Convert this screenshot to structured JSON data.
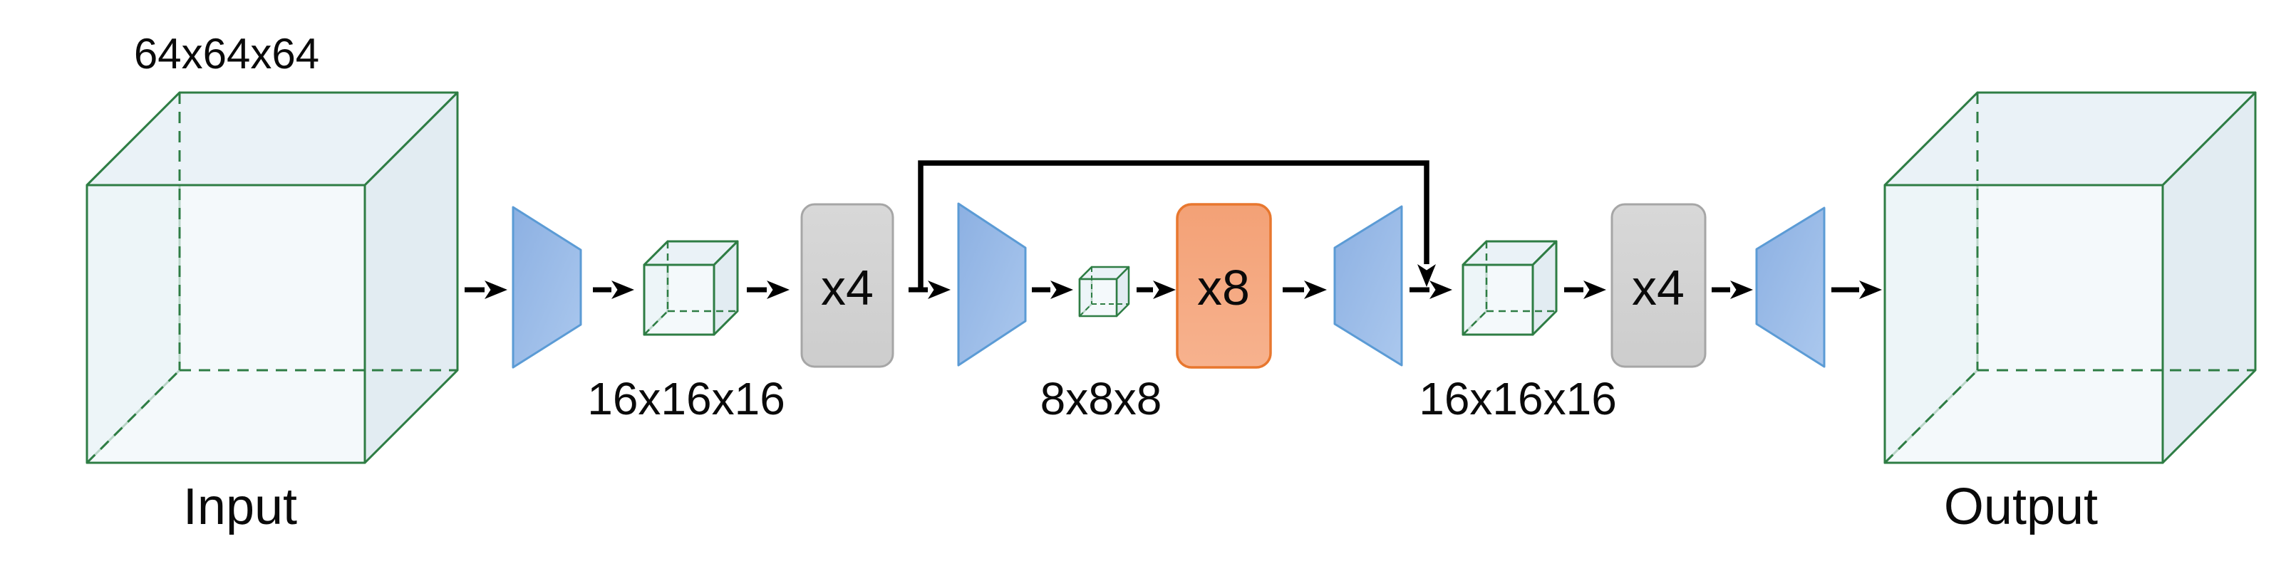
{
  "labels": {
    "input_dims": "64x64x64",
    "input": "Input",
    "encoder_feat": "16x16x16",
    "bottleneck_feat": "8x8x8",
    "decoder_feat": "16x16x16",
    "encoder_block": "x4",
    "bottleneck_block": "x8",
    "decoder_block": "x4",
    "output": "Output"
  },
  "colors": {
    "cube_stroke": "#2e7d44",
    "cube_front_fill": "#f0f6fa",
    "cube_side_fill": "#e2ecf2",
    "cube_top_fill": "#eaf2f7",
    "trapezoid_fill_dark": "#8cb0e2",
    "trapezoid_fill_light": "#abc8ee",
    "trapezoid_stroke": "#5b9bd5",
    "gray_block_fill": "#d4d4d4",
    "gray_block_stroke": "#a6a6a6",
    "orange_block_fill": "#f5a981",
    "orange_block_stroke": "#e8772e",
    "arrow_color": "#000000",
    "text_color": "#0a0a0a"
  }
}
